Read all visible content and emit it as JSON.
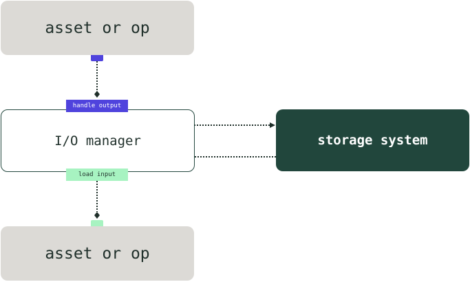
{
  "nodes": {
    "asset_top": "asset or op",
    "io_manager": "I/O manager",
    "storage_system": "storage system",
    "asset_bottom": "asset or op"
  },
  "tags": {
    "handle_output": "handle output",
    "load_input": "load input"
  },
  "colors": {
    "asset_box_fill": "#dcdad6",
    "storage_fill": "#21463c",
    "io_border": "#24483f",
    "handle_output_fill": "#4f43dd",
    "load_input_fill": "#a7f3c1",
    "connector": "#1f2f2a"
  }
}
